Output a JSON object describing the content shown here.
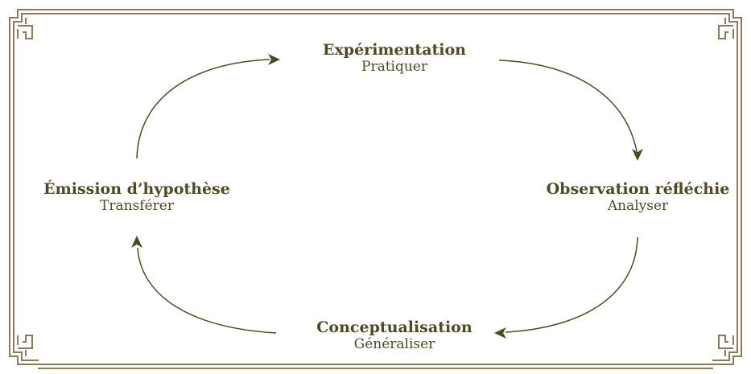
{
  "colors": {
    "text": "#4f4a22",
    "arrow": "#4f4a22",
    "frame": "#8c7a5b",
    "background": "#ffffff"
  },
  "cycle": {
    "top": {
      "title": "Expérimentation",
      "subtitle": "Pratiquer"
    },
    "right": {
      "title": "Observation réfléchie",
      "subtitle": "Analyser"
    },
    "bottom": {
      "title": "Conceptualisation",
      "subtitle": "Généraliser"
    },
    "left": {
      "title": "Émission d’hypothèse",
      "subtitle": "Transférer"
    }
  }
}
